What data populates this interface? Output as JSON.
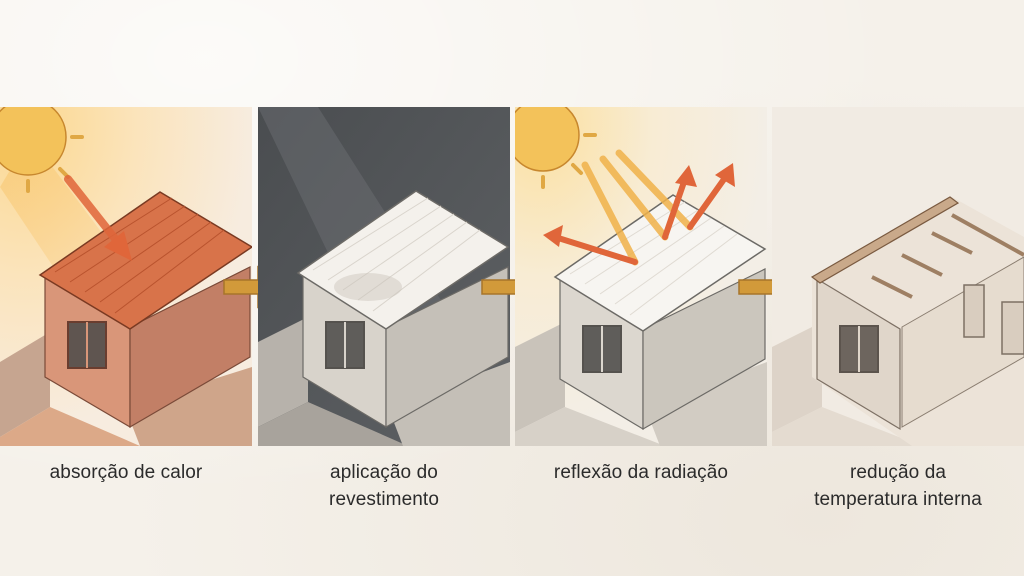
{
  "steps": [
    {
      "line1": "absorção de calor",
      "line2": ""
    },
    {
      "line1": "aplicação do",
      "line2": "revestimento"
    },
    {
      "line1": "reflexão da radiação",
      "line2": ""
    },
    {
      "line1": "redução da",
      "line2": "temperatura interna"
    }
  ],
  "arrows": {
    "count": 3,
    "direction": "right",
    "color": "#d29a3a"
  },
  "icons": [
    "sun-icon",
    "heat-ray-icon",
    "reflected-ray-icon",
    "step-arrow-icon"
  ],
  "colors": {
    "background": "#f5f1ea",
    "heat_roof": "#d8734a",
    "coated_roof": "#f4f1ec",
    "dark_sky": "#45484a",
    "sun": "#f3c25a",
    "arrow": "#d29a3a"
  }
}
